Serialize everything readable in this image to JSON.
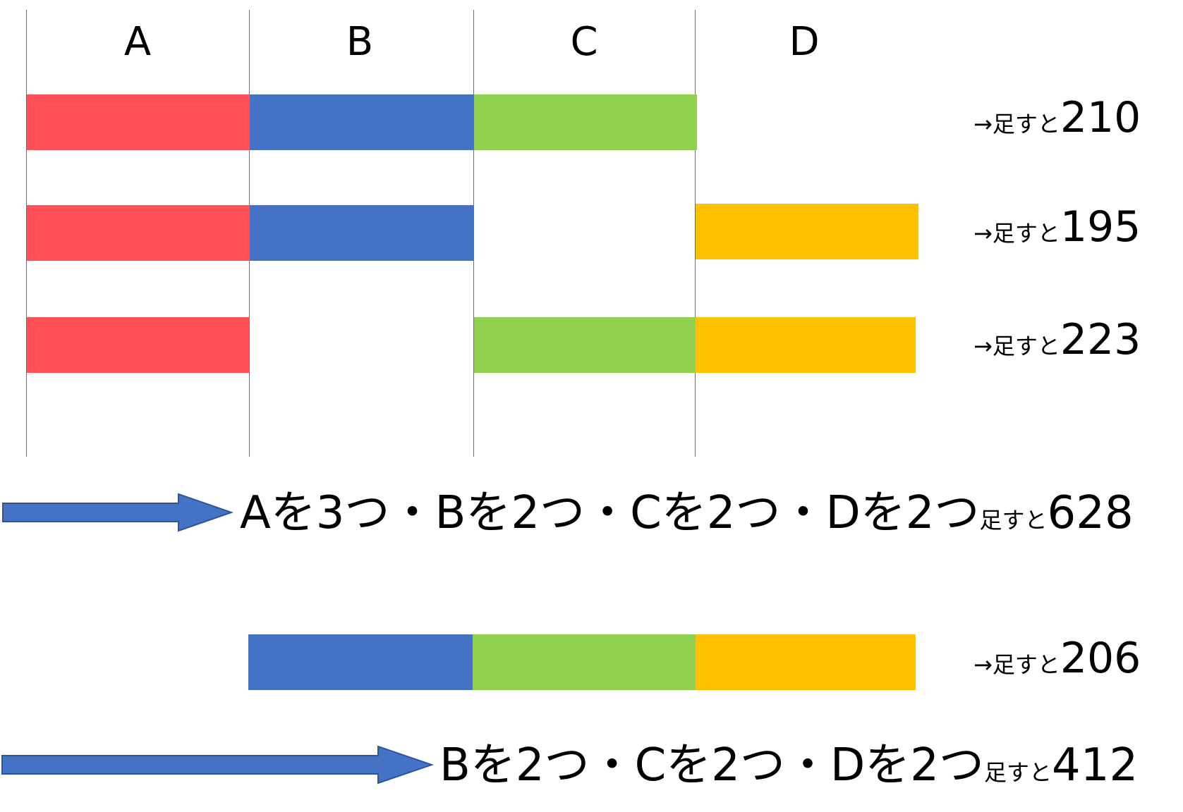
{
  "columns": [
    "A",
    "B",
    "C",
    "D"
  ],
  "colors": {
    "A": "#FF5057",
    "B": "#4472C4",
    "C": "#92D050",
    "D": "#FFC000",
    "arrow_fill": "#4472C4",
    "arrow_stroke": "#2F5597",
    "grid_line": "#4472C4"
  },
  "rows": [
    {
      "segments": [
        "A",
        "B",
        "C"
      ],
      "prefix": "→足すと",
      "total": "210"
    },
    {
      "segments": [
        "A",
        "B",
        "D"
      ],
      "prefix": "→足すと",
      "total": "195"
    },
    {
      "segments": [
        "A",
        "C",
        "D"
      ],
      "prefix": "→足すと",
      "total": "223"
    }
  ],
  "result1": {
    "text": "Aを3つ・Bを2つ・Cを2つ・Dを2つ",
    "suffix": "足すと",
    "total": "628"
  },
  "row4": {
    "segments": [
      "B",
      "C",
      "D"
    ],
    "prefix": "→足すと",
    "total": "206"
  },
  "result2": {
    "text": "Bを2つ・Cを2つ・Dを2つ",
    "suffix": "足すと",
    "total": "412"
  }
}
